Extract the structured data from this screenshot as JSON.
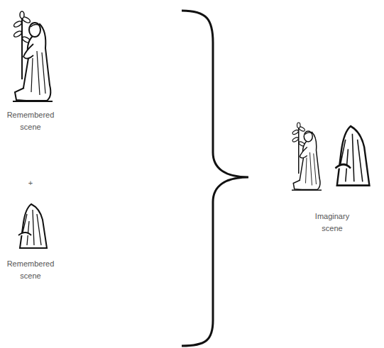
{
  "diagram": {
    "labels": [
      "Remembered scene",
      "+",
      "Remembered scene",
      "Imaginary scene"
    ]
  }
}
